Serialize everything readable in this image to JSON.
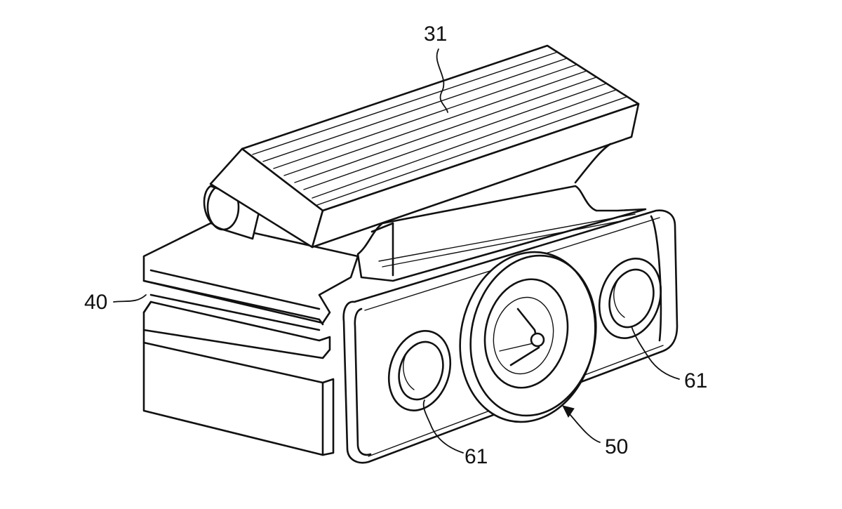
{
  "figure": {
    "labels": {
      "clip_top": "31",
      "base_block": "40",
      "nozzle": "50",
      "hole_left": "61",
      "hole_right": "61"
    }
  }
}
